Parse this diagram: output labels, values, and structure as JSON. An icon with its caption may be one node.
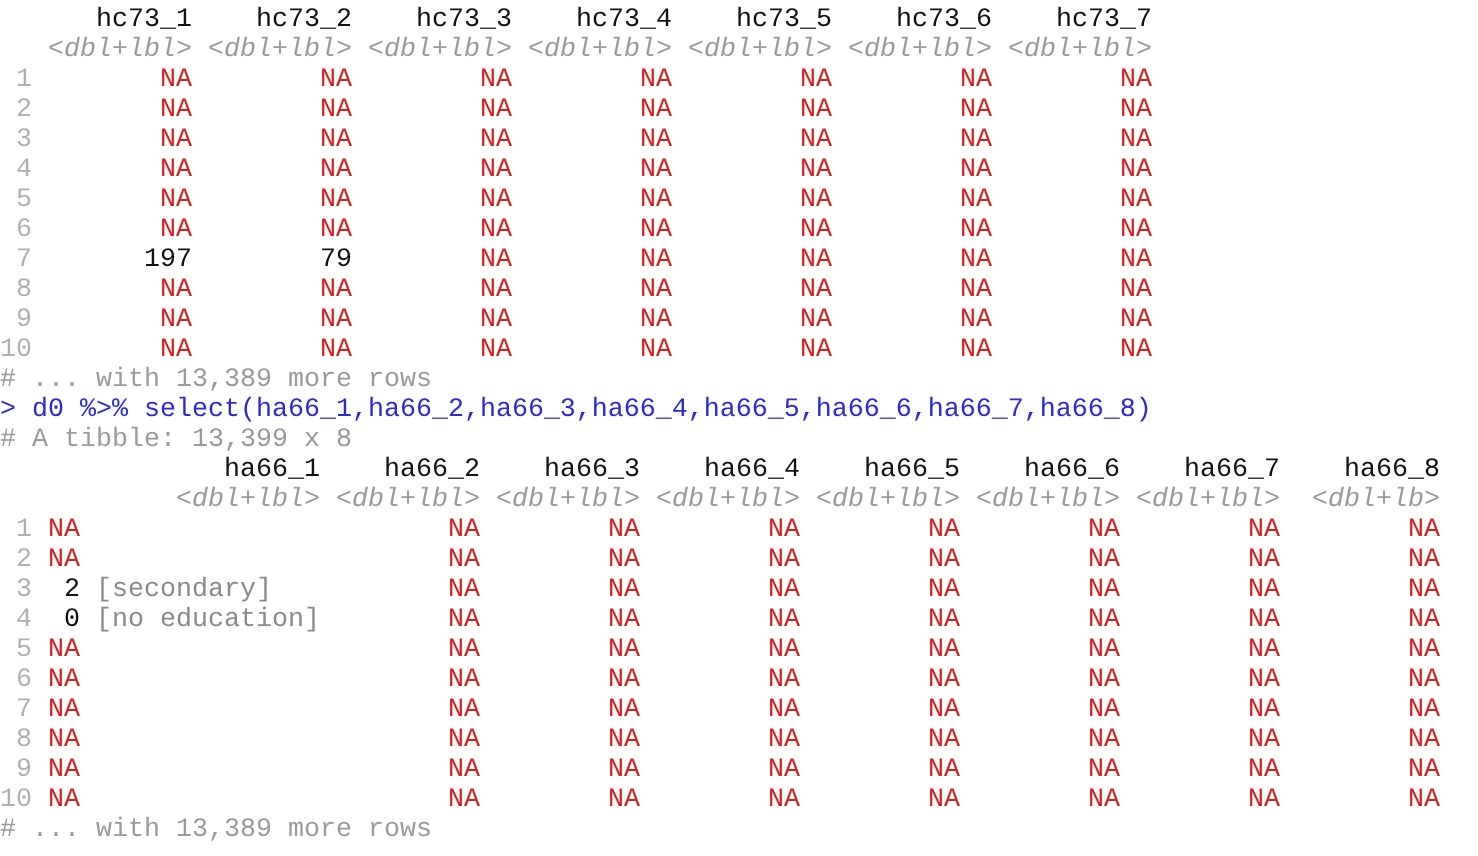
{
  "diagram": {
    "labels": [
      "hc73_1",
      "hc73_2",
      "hc73_3",
      "hc73_4",
      "hc73_5",
      "hc73_6",
      "hc73_7",
      "<dbl+lbl>",
      "<dbl+lbl>",
      "<dbl+lbl>",
      "<dbl+lbl>",
      "<dbl+lbl>",
      "<dbl+lbl>",
      "<dbl+lbl>",
      "1",
      "NA",
      "NA",
      "NA",
      "NA",
      "NA",
      "NA",
      "NA",
      "2",
      "NA",
      "NA",
      "NA",
      "NA",
      "NA",
      "NA",
      "NA",
      "3",
      "NA",
      "NA",
      "NA",
      "NA",
      "NA",
      "NA",
      "NA",
      "4",
      "NA",
      "NA",
      "NA",
      "NA",
      "NA",
      "NA",
      "NA",
      "5",
      "NA",
      "NA",
      "NA",
      "NA",
      "NA",
      "NA",
      "NA",
      "6",
      "NA",
      "NA",
      "NA",
      "NA",
      "NA",
      "NA",
      "NA",
      "7",
      "197",
      "79",
      "NA",
      "NA",
      "NA",
      "NA",
      "NA",
      "8",
      "NA",
      "NA",
      "NA",
      "NA",
      "NA",
      "NA",
      "NA",
      "9",
      "NA",
      "NA",
      "NA",
      "NA",
      "NA",
      "NA",
      "NA",
      "10",
      "NA",
      "NA",
      "NA",
      "NA",
      "NA",
      "NA",
      "NA",
      "# ... with 13,389 more rows",
      "> d0 %>% select(ha66_1,ha66_2,ha66_3,ha66_4,ha66_5,ha66_6,ha66_7,ha66_8)",
      "# A tibble: 13,399 x 8",
      "ha66_1",
      "ha66_2",
      "ha66_3",
      "ha66_4",
      "ha66_5",
      "ha66_6",
      "ha66_7",
      "ha66_8",
      "<dbl+lbl>",
      "<dbl+lbl>",
      "<dbl+lbl>",
      "<dbl+lbl>",
      "<dbl+lbl>",
      "<dbl+lbl>",
      "<dbl+lbl>",
      "<dbl+lb>",
      "1",
      "NA",
      "NA",
      "NA",
      "NA",
      "NA",
      "NA",
      "NA",
      "NA",
      "2",
      "NA",
      "NA",
      "NA",
      "NA",
      "NA",
      "NA",
      "NA",
      "NA",
      "3",
      "2",
      "[secondary]",
      "NA",
      "NA",
      "NA",
      "NA",
      "NA",
      "NA",
      "NA",
      "4",
      "0",
      "[no education]",
      "NA",
      "NA",
      "NA",
      "NA",
      "NA",
      "NA",
      "NA",
      "5",
      "NA",
      "NA",
      "NA",
      "NA",
      "NA",
      "NA",
      "NA",
      "NA",
      "6",
      "NA",
      "NA",
      "NA",
      "NA",
      "NA",
      "NA",
      "NA",
      "NA",
      "7",
      "NA",
      "NA",
      "NA",
      "NA",
      "NA",
      "NA",
      "NA",
      "NA",
      "8",
      "NA",
      "NA",
      "NA",
      "NA",
      "NA",
      "NA",
      "NA",
      "NA",
      "9",
      "NA",
      "NA",
      "NA",
      "NA",
      "NA",
      "NA",
      "NA",
      "NA",
      "10",
      "NA",
      "NA",
      "NA",
      "NA",
      "NA",
      "NA",
      "NA",
      "NA",
      "# ... with 13,389 more rows"
    ]
  }
}
